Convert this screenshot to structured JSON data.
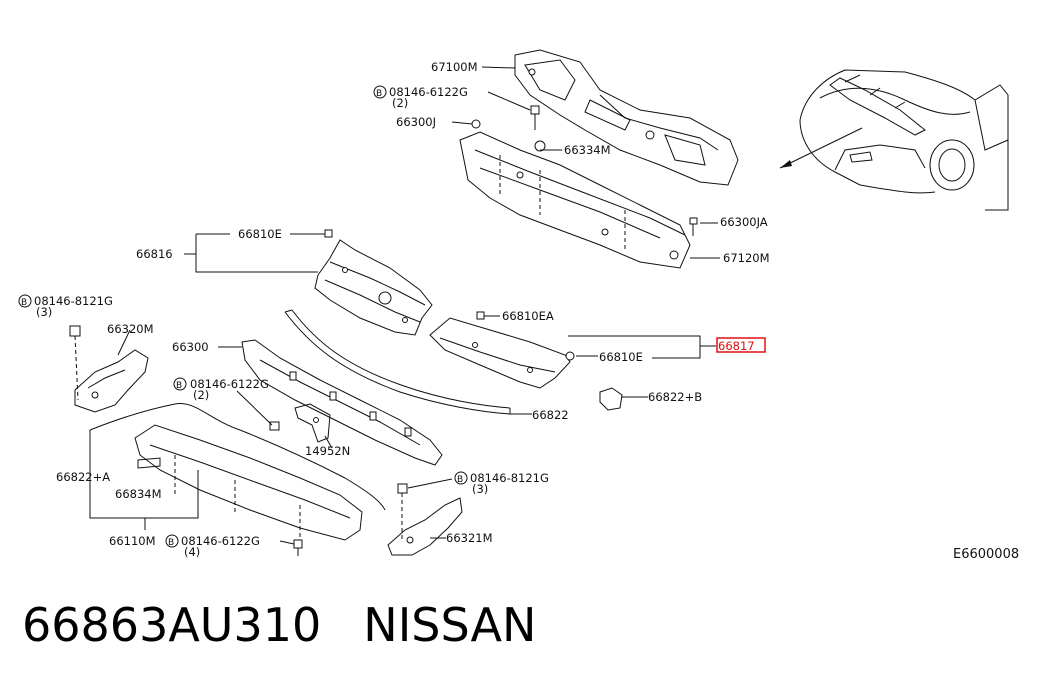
{
  "diagram": {
    "code": "E6600008",
    "labels": {
      "l67100m": "67100M",
      "l08146_6122g_a": "08146-6122G",
      "qty2a": "(2)",
      "l66300j": "66300J",
      "l66334m": "66334M",
      "l66300ja": "66300JA",
      "l67120m": "67120M",
      "l66810e_a": "66810E",
      "l66816": "66816",
      "l08146_8121g_a": "08146-8121G",
      "qty3a": "(3)",
      "l66320m": "66320M",
      "l66810ea": "66810EA",
      "l66817": "66817",
      "l66810e_b": "66810E",
      "l66300": "66300",
      "l08146_6122g_b": "08146-6122G",
      "qty2b": "(2)",
      "l66822b": "66822+B",
      "l66822": "66822",
      "l14952n": "14952N",
      "l66822a": "66822+A",
      "l08146_8121g_b": "08146-8121G",
      "qty3b": "(3)",
      "l66834m": "66834M",
      "l66321m": "66321M",
      "l66110m": "66110M",
      "l08146_6122g_c": "08146-6122G",
      "qty4": "(4)",
      "bmark": "B"
    }
  },
  "caption": {
    "part_number": "66863AU310",
    "brand": "NISSAN"
  }
}
